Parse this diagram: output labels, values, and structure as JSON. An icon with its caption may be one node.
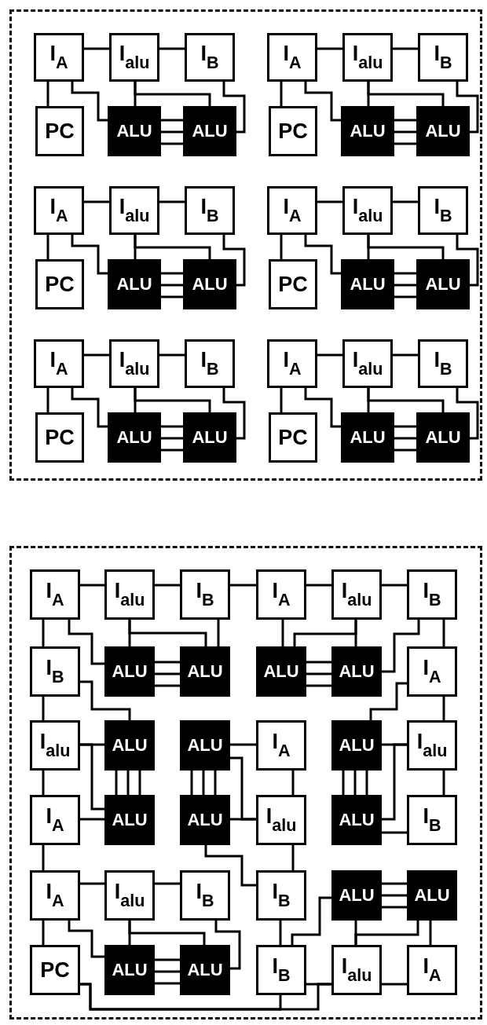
{
  "diagram": {
    "nodes": [
      {
        "text": [],
        "shape": "box"
      },
      {
        "text": [
          "I$_{A}$"
        ],
        "in": 0
      },
      {
        "text": [
          "I$_{alu}$"
        ],
        "in": 0
      },
      {
        "text": [
          "I$_{B}$"
        ],
        "in": 0
      },
      {
        "text": [
          "PC"
        ],
        "in": 0
      },
      {
        "text": [
          "ALU"
        ],
        "in": 0
      },
      {
        "text": [
          "ALU"
        ],
        "in": 0
      },
      {
        "text": [
          "I$_{A}$"
        ],
        "in": 0
      },
      {
        "text": [
          "I$_{alu}$"
        ],
        "in": 0
      },
      {
        "text": [
          "I$_{B}$"
        ],
        "in": 0
      },
      {
        "text": [
          "PC"
        ],
        "in": 0
      },
      {
        "text": [
          "ALU"
        ],
        "in": 0
      },
      {
        "text": [
          "ALU"
        ],
        "in": 0
      },
      {
        "text": [
          "I$_{A}$"
        ],
        "in": 0
      },
      {
        "text": [
          "I$_{alu}$"
        ],
        "in": 0
      },
      {
        "text": [
          "I$_{B}$"
        ],
        "in": 0
      },
      {
        "text": [
          "PC"
        ],
        "in": 0
      },
      {
        "text": [
          "ALU"
        ],
        "in": 0
      },
      {
        "text": [
          "ALU"
        ],
        "in": 0
      },
      {
        "text": [
          "I$_{A}$"
        ],
        "in": 0
      },
      {
        "text": [
          "I$_{alu}$"
        ],
        "in": 0
      },
      {
        "text": [
          "I$_{B}$"
        ],
        "in": 0
      },
      {
        "text": [
          "PC"
        ],
        "in": 0
      },
      {
        "text": [
          "ALU"
        ],
        "in": 0
      },
      {
        "text": [
          "ALU"
        ],
        "in": 0
      },
      {
        "text": [
          "I$_{A}$"
        ],
        "in": 0
      },
      {
        "text": [
          "I$_{alu}$"
        ],
        "in": 0
      },
      {
        "text": [
          "I$_{B}$"
        ],
        "in": 0
      },
      {
        "text": [
          "PC"
        ],
        "in": 0
      },
      {
        "text": [
          "ALU"
        ],
        "in": 0
      },
      {
        "text": [
          "ALU"
        ],
        "in": 0
      },
      {
        "text": [
          "I$_{A}$"
        ],
        "in": 0
      },
      {
        "text": [
          "I$_{alu}$"
        ],
        "in": 0
      },
      {
        "text": [
          "I$_{B}$"
        ],
        "in": 0
      },
      {
        "text": [
          "PC"
        ],
        "in": 0
      },
      {
        "text": [
          "ALU"
        ],
        "in": 0
      },
      {
        "text": [
          "ALU"
        ],
        "in": 0
      },
      {
        "text": [],
        "shape": "box"
      },
      {
        "text": [
          "I$_{A}$"
        ],
        "in": 37
      },
      {
        "text": [
          "I$_{alu}$"
        ],
        "in": 37
      },
      {
        "text": [
          "I$_{B}$"
        ],
        "in": 37
      },
      {
        "text": [
          "I$_{A}$"
        ],
        "in": 37
      },
      {
        "text": [
          "I$_{alu}$"
        ],
        "in": 37
      },
      {
        "text": [
          "I$_{B}$"
        ],
        "in": 37
      },
      {
        "text": [
          "I$_{B}$"
        ],
        "in": 37
      },
      {
        "text": [
          "ALU"
        ],
        "in": 37
      },
      {
        "text": [
          "ALU"
        ],
        "in": 37
      },
      {
        "text": [
          "ALU"
        ],
        "in": 37
      },
      {
        "text": [
          "ALU"
        ],
        "in": 37
      },
      {
        "text": [
          "I$_{A}$"
        ],
        "in": 37
      },
      {
        "text": [
          "I$_{alu}$"
        ],
        "in": 37
      },
      {
        "text": [
          "ALU"
        ],
        "in": 37
      },
      {
        "text": [
          "ALU"
        ],
        "in": 37
      },
      {
        "text": [
          "I$_{A}$"
        ],
        "in": 37
      },
      {
        "text": [
          "ALU"
        ],
        "in": 37
      },
      {
        "text": [
          "I$_{alu}$"
        ],
        "in": 37
      },
      {
        "text": [
          "I$_{A}$"
        ],
        "in": 37
      },
      {
        "text": [
          "ALU"
        ],
        "in": 37
      },
      {
        "text": [
          "ALU"
        ],
        "in": 37
      },
      {
        "text": [
          "I$_{alu}$"
        ],
        "in": 37
      },
      {
        "text": [
          "ALU"
        ],
        "in": 37
      },
      {
        "text": [
          "I$_{B}$"
        ],
        "in": 37
      },
      {
        "text": [
          "I$_{A}$"
        ],
        "in": 37
      },
      {
        "text": [
          "I$_{alu}$"
        ],
        "in": 37
      },
      {
        "text": [
          "I$_{B}$"
        ],
        "in": 37
      },
      {
        "text": [
          "I$_{B}$"
        ],
        "in": 37
      },
      {
        "text": [
          "ALU"
        ],
        "in": 37
      },
      {
        "text": [
          "ALU"
        ],
        "in": 37
      },
      {
        "text": [
          "PC"
        ],
        "in": 37
      },
      {
        "text": [
          "ALU"
        ],
        "in": 37
      },
      {
        "text": [
          "ALU"
        ],
        "in": 37
      },
      {
        "text": [
          "I$_{B}$"
        ],
        "in": 37
      },
      {
        "text": [
          "I$_{alu}$"
        ],
        "in": 37
      },
      {
        "text": [
          "I$_{A}$"
        ],
        "in": 37
      }
    ],
    "edges": [
      {
        "from": 1,
        "to": 2,
        "arrow": "none"
      },
      {
        "from": 2,
        "to": 3,
        "arrow": "none"
      },
      {
        "from": 1,
        "to": 4,
        "arrow": "none"
      },
      {
        "from": 1,
        "to": 5,
        "arrow": "none"
      },
      {
        "from": 2,
        "to": 5,
        "arrow": "none"
      },
      {
        "from": 2,
        "to": 6,
        "arrow": "none"
      },
      {
        "from": 3,
        "to": 6,
        "arrow": "none"
      },
      {
        "from": 5,
        "to": 6,
        "arrow": "none"
      },
      {
        "from": 5,
        "to": 6,
        "arrow": "none"
      },
      {
        "from": 5,
        "to": 6,
        "arrow": "none"
      },
      {
        "from": 7,
        "to": 8,
        "arrow": "none"
      },
      {
        "from": 8,
        "to": 9,
        "arrow": "none"
      },
      {
        "from": 7,
        "to": 10,
        "arrow": "none"
      },
      {
        "from": 7,
        "to": 11,
        "arrow": "none"
      },
      {
        "from": 8,
        "to": 11,
        "arrow": "none"
      },
      {
        "from": 8,
        "to": 12,
        "arrow": "none"
      },
      {
        "from": 9,
        "to": 12,
        "arrow": "none"
      },
      {
        "from": 11,
        "to": 12,
        "arrow": "none"
      },
      {
        "from": 11,
        "to": 12,
        "arrow": "none"
      },
      {
        "from": 11,
        "to": 12,
        "arrow": "none"
      },
      {
        "from": 13,
        "to": 14,
        "arrow": "none"
      },
      {
        "from": 14,
        "to": 15,
        "arrow": "none"
      },
      {
        "from": 13,
        "to": 16,
        "arrow": "none"
      },
      {
        "from": 13,
        "to": 17,
        "arrow": "none"
      },
      {
        "from": 14,
        "to": 17,
        "arrow": "none"
      },
      {
        "from": 14,
        "to": 18,
        "arrow": "none"
      },
      {
        "from": 15,
        "to": 18,
        "arrow": "none"
      },
      {
        "from": 17,
        "to": 18,
        "arrow": "none"
      },
      {
        "from": 17,
        "to": 18,
        "arrow": "none"
      },
      {
        "from": 17,
        "to": 18,
        "arrow": "none"
      },
      {
        "from": 19,
        "to": 20,
        "arrow": "none"
      },
      {
        "from": 20,
        "to": 21,
        "arrow": "none"
      },
      {
        "from": 19,
        "to": 22,
        "arrow": "none"
      },
      {
        "from": 19,
        "to": 23,
        "arrow": "none"
      },
      {
        "from": 20,
        "to": 23,
        "arrow": "none"
      },
      {
        "from": 20,
        "to": 24,
        "arrow": "none"
      },
      {
        "from": 21,
        "to": 24,
        "arrow": "none"
      },
      {
        "from": 23,
        "to": 24,
        "arrow": "none"
      },
      {
        "from": 23,
        "to": 24,
        "arrow": "none"
      },
      {
        "from": 23,
        "to": 24,
        "arrow": "none"
      },
      {
        "from": 25,
        "to": 26,
        "arrow": "none"
      },
      {
        "from": 26,
        "to": 27,
        "arrow": "none"
      },
      {
        "from": 25,
        "to": 28,
        "arrow": "none"
      },
      {
        "from": 25,
        "to": 29,
        "arrow": "none"
      },
      {
        "from": 26,
        "to": 29,
        "arrow": "none"
      },
      {
        "from": 26,
        "to": 30,
        "arrow": "none"
      },
      {
        "from": 27,
        "to": 30,
        "arrow": "none"
      },
      {
        "from": 29,
        "to": 30,
        "arrow": "none"
      },
      {
        "from": 29,
        "to": 30,
        "arrow": "none"
      },
      {
        "from": 29,
        "to": 30,
        "arrow": "none"
      },
      {
        "from": 31,
        "to": 32,
        "arrow": "none"
      },
      {
        "from": 32,
        "to": 33,
        "arrow": "none"
      },
      {
        "from": 31,
        "to": 34,
        "arrow": "none"
      },
      {
        "from": 31,
        "to": 35,
        "arrow": "none"
      },
      {
        "from": 32,
        "to": 35,
        "arrow": "none"
      },
      {
        "from": 32,
        "to": 36,
        "arrow": "none"
      },
      {
        "from": 33,
        "to": 36,
        "arrow": "none"
      },
      {
        "from": 35,
        "to": 36,
        "arrow": "none"
      },
      {
        "from": 35,
        "to": 36,
        "arrow": "none"
      },
      {
        "from": 35,
        "to": 36,
        "arrow": "none"
      },
      {
        "from": 38,
        "to": 39,
        "arrow": "none"
      },
      {
        "from": 39,
        "to": 40,
        "arrow": "none"
      },
      {
        "from": 40,
        "to": 41,
        "arrow": "none"
      },
      {
        "from": 41,
        "to": 42,
        "arrow": "none"
      },
      {
        "from": 42,
        "to": 43,
        "arrow": "none"
      },
      {
        "from": 38,
        "to": 44,
        "arrow": "none"
      },
      {
        "from": 44,
        "to": 50,
        "arrow": "none"
      },
      {
        "from": 50,
        "to": 56,
        "arrow": "none"
      },
      {
        "from": 56,
        "to": 62,
        "arrow": "none"
      },
      {
        "from": 62,
        "to": 68,
        "arrow": "none"
      },
      {
        "from": 38,
        "to": 45,
        "arrow": "none"
      },
      {
        "from": 39,
        "to": 45,
        "arrow": "none"
      },
      {
        "from": 39,
        "to": 46,
        "arrow": "none"
      },
      {
        "from": 40,
        "to": 46,
        "arrow": "none"
      },
      {
        "from": 45,
        "to": 46,
        "arrow": "none"
      },
      {
        "from": 45,
        "to": 46,
        "arrow": "none"
      },
      {
        "from": 45,
        "to": 46,
        "arrow": "none"
      },
      {
        "from": 44,
        "to": 51,
        "arrow": "none"
      },
      {
        "from": 50,
        "to": 51,
        "arrow": "none"
      },
      {
        "from": 50,
        "to": 57,
        "arrow": "none"
      },
      {
        "from": 51,
        "to": 57,
        "arrow": "none"
      },
      {
        "from": 51,
        "to": 57,
        "arrow": "none"
      },
      {
        "from": 51,
        "to": 57,
        "arrow": "none"
      },
      {
        "from": 56,
        "to": 57,
        "arrow": "none"
      },
      {
        "from": 52,
        "to": 58,
        "arrow": "none"
      },
      {
        "from": 52,
        "to": 58,
        "arrow": "none"
      },
      {
        "from": 52,
        "to": 58,
        "arrow": "none"
      },
      {
        "from": 52,
        "to": 53,
        "arrow": "none"
      },
      {
        "from": 59,
        "to": 58,
        "arrow": "none"
      },
      {
        "from": 59,
        "to": 52,
        "arrow": "none"
      },
      {
        "from": 53,
        "to": 59,
        "arrow": "none"
      },
      {
        "from": 58,
        "to": 65,
        "arrow": "none"
      },
      {
        "from": 41,
        "to": 47,
        "arrow": "none"
      },
      {
        "from": 42,
        "to": 48,
        "arrow": "none"
      },
      {
        "from": 42,
        "to": 47,
        "arrow": "none"
      },
      {
        "from": 43,
        "to": 48,
        "arrow": "none"
      },
      {
        "from": 43,
        "to": 49,
        "arrow": "none"
      },
      {
        "from": 47,
        "to": 48,
        "arrow": "none"
      },
      {
        "from": 47,
        "to": 48,
        "arrow": "none"
      },
      {
        "from": 47,
        "to": 48,
        "arrow": "none"
      },
      {
        "from": 49,
        "to": 54,
        "arrow": "none"
      },
      {
        "from": 49,
        "to": 55,
        "arrow": "none"
      },
      {
        "from": 54,
        "to": 55,
        "arrow": "none"
      },
      {
        "from": 55,
        "to": 60,
        "arrow": "none"
      },
      {
        "from": 54,
        "to": 60,
        "arrow": "none"
      },
      {
        "from": 54,
        "to": 60,
        "arrow": "none"
      },
      {
        "from": 54,
        "to": 60,
        "arrow": "none"
      },
      {
        "from": 60,
        "to": 61,
        "arrow": "none"
      },
      {
        "from": 55,
        "to": 61,
        "arrow": "none"
      },
      {
        "from": 59,
        "to": 65,
        "arrow": "none"
      },
      {
        "from": 65,
        "to": 71,
        "arrow": "none"
      },
      {
        "from": 66,
        "to": 71,
        "arrow": "none"
      },
      {
        "from": 72,
        "to": 66,
        "arrow": "none"
      },
      {
        "from": 72,
        "to": 67,
        "arrow": "none"
      },
      {
        "from": 67,
        "to": 73,
        "arrow": "none"
      },
      {
        "from": 66,
        "to": 67,
        "arrow": "none"
      },
      {
        "from": 66,
        "to": 67,
        "arrow": "none"
      },
      {
        "from": 66,
        "to": 67,
        "arrow": "none"
      },
      {
        "from": 71,
        "to": 72,
        "arrow": "none"
      },
      {
        "from": 72,
        "to": 73,
        "arrow": "none"
      },
      {
        "from": 68,
        "to": 71,
        "arrow": "none"
      },
      {
        "from": 68,
        "to": 72,
        "arrow": "none"
      },
      {
        "from": 62,
        "to": 63,
        "arrow": "none"
      },
      {
        "from": 63,
        "to": 64,
        "arrow": "none"
      },
      {
        "from": 62,
        "to": 69,
        "arrow": "none"
      },
      {
        "from": 63,
        "to": 69,
        "arrow": "none"
      },
      {
        "from": 63,
        "to": 70,
        "arrow": "none"
      },
      {
        "from": 64,
        "to": 70,
        "arrow": "none"
      },
      {
        "from": 69,
        "to": 70,
        "arrow": "none"
      },
      {
        "from": 69,
        "to": 70,
        "arrow": "none"
      },
      {
        "from": 69,
        "to": 70,
        "arrow": "none"
      }
    ]
  }
}
